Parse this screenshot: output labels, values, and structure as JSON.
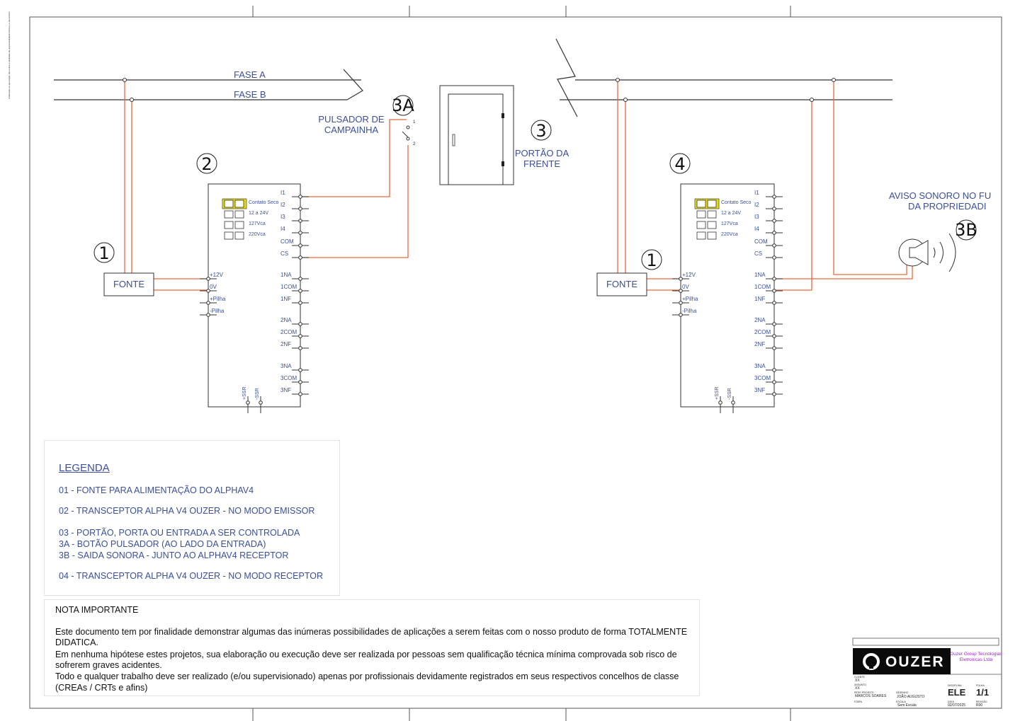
{
  "phases": {
    "a": "FASE A",
    "b": "FASE B"
  },
  "markers": {
    "m1": "1",
    "m2": "2",
    "m3": "3",
    "m3a": "3A",
    "m3b": "3B",
    "m4": "4"
  },
  "labels": {
    "pulsador_l1": "PULSADOR DE",
    "pulsador_l2": "CAMPAINHA",
    "portao_l1": "PORTÃO DA",
    "portao_l2": "FRENTE",
    "aviso_l1": "AVISO SONORO NO FU",
    "aviso_l2": "DA PROPRIEDADI",
    "fonte": "FONTE",
    "switch_1": "1",
    "switch_2": "2"
  },
  "module": {
    "dip_labels": [
      "Contato Seco",
      "12 a 24V",
      "127Vca",
      "220Vca"
    ],
    "right_pins": [
      "I1",
      "I2",
      "I3",
      "I4",
      "COM",
      "CS",
      "1NA",
      "1COM",
      "1NF",
      "2NA",
      "2COM",
      "2NF",
      "3NA",
      "3COM",
      "3NF"
    ],
    "left_pins": [
      "+12V",
      "0V",
      "+Pilha",
      "-Pilha"
    ],
    "bottom_pins": [
      "+SSR",
      "-SSR"
    ]
  },
  "side_note": "A liberação ou aprovação não exime a totalidade da responsabilidade técnica e o documento",
  "legend": {
    "title": "LEGENDA",
    "items": [
      "01 - FONTE PARA ALIMENTAÇÃO DO ALPHAV4",
      "02 - TRANSCEPTOR ALPHA V4 OUZER - NO MODO EMISSOR",
      "03 - PORTÃO, PORTA OU ENTRADA A SER CONTROLADA",
      "3A - BOTÃO PULSADOR (AO LADO DA ENTRADA)",
      "3B - SAIDA SONORA - JUNTO AO ALPHAV4 RECEPTOR",
      "04 - TRANSCEPTOR ALPHA V4 OUZER - NO MODO RECEPTOR"
    ]
  },
  "nota": {
    "title": "NOTA IMPORTANTE",
    "lines": [
      "Este documento tem por finalidade demonstrar algumas das inúmeras possibilidades de aplicações a serem feitas com o nosso produto de forma TOTALMENTE",
      "DIDATICA.",
      "Em nenhuma hipótese estes projetos, sua elaboração ou execução deve ser realizada por pessoas sem qualificação técnica mínima comprovada sob risco de",
      "sofrerem graves acidentes.",
      "Todo e qualquer trabalho deve ser realizado (e/ou supervisionado) apenas por profissionais devidamente registrados em seus respectivos concelhos de classe",
      "(CREAs / CRTs e afins)"
    ]
  },
  "titleblock": {
    "logo": "OUZER",
    "company_l1": "Ouzer Group Tecnologias",
    "company_l2": "Eletronicas Ltda",
    "cliente_label": "CLIENTE",
    "cliente_value": "XX",
    "assunto_label": "ASSUNTO",
    "assunto_value": "XX",
    "resp_label": "RESP. PROJETO",
    "resp_value": "MARCOS SOARES",
    "desenho_label": "DESENHO",
    "desenho_value": "JOÃO AUGUSTO",
    "etapa_label": "ETAPA",
    "escala_label": "ESCALA",
    "escala_value": "Sem Escala",
    "data_label": "DATA",
    "data_value": "02/07/2025",
    "revisao_label": "REVISÃO",
    "revisao_value": "R00",
    "disciplina_label": "DISCIPLINA",
    "disciplina_value": "ELE",
    "folha_label": "FOLHA",
    "folha_value": "1/1"
  },
  "colors": {
    "wire": "#e8693f",
    "text_blue": "#3b4f9a",
    "dip_yellow": "#e8e000",
    "line": "#333333"
  }
}
